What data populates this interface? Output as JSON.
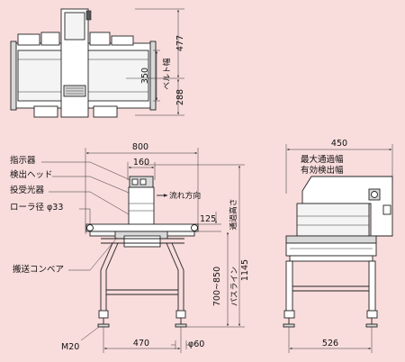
{
  "colors": {
    "background": "#f9dcdc",
    "line": "#222222"
  },
  "top_view": {
    "dim_overall": "477",
    "dim_belt_width": "350",
    "label_belt_width": "ベルト幅",
    "dim_lower": "288"
  },
  "side_view": {
    "dim_total_width": "800",
    "dim_head_width": "160",
    "label_flow_direction": "流れ方向",
    "dim_belt_height": "125",
    "label_pass_line": "パスライン",
    "dim_pass_line_range": "700~850",
    "label_pass_height": "通過高さ",
    "dim_total_height": "1145",
    "dim_leg_spacing": "470",
    "dim_foot_diameter": "φ60",
    "label_bolt": "M20"
  },
  "callouts": [
    {
      "label": "指示器"
    },
    {
      "label": "検出ヘッド"
    },
    {
      "label": "投受光器"
    },
    {
      "label": "ローラ径 φ33"
    },
    {
      "label": "搬送コンベア"
    }
  ],
  "front_view": {
    "dim_width": "450",
    "label_max_pass_width": "最大通過幅",
    "label_effective_detect_width": "有効検出幅",
    "dim_base_width": "526"
  }
}
